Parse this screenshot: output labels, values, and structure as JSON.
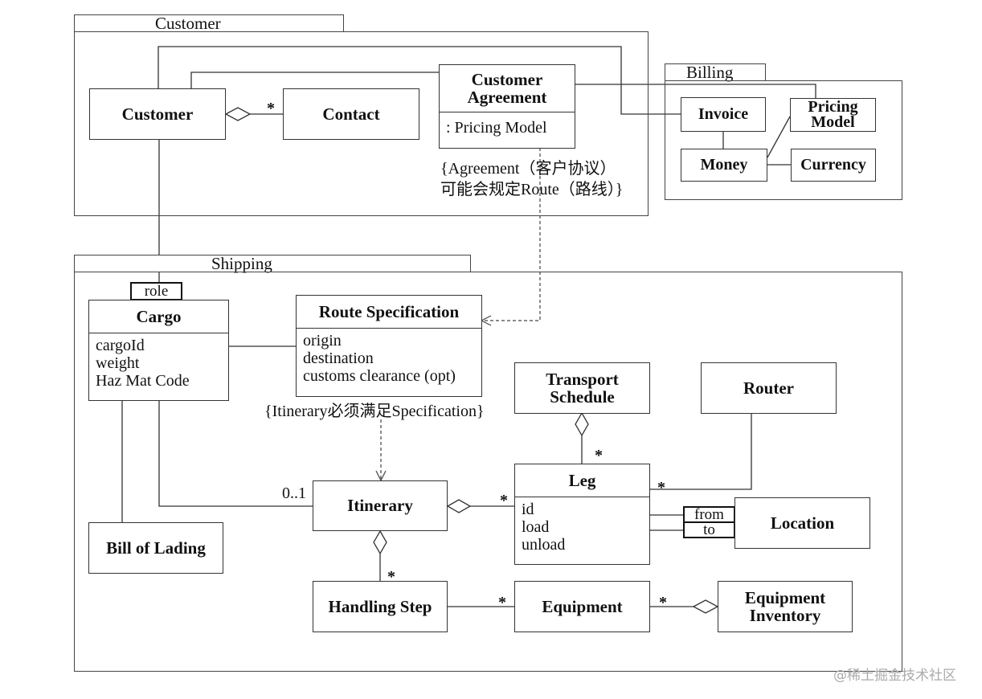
{
  "packages": {
    "customer": "Customer",
    "billing": "Billing",
    "shipping": "Shipping"
  },
  "classes": {
    "customer": "Customer",
    "contact": "Contact",
    "customer_agreement": "Customer Agreement",
    "customer_agreement_attr": ": Pricing Model",
    "invoice": "Invoice",
    "pricing_model": "Pricing Model",
    "money": "Money",
    "currency": "Currency",
    "cargo": "Cargo",
    "cargo_attrs": [
      "cargoId",
      "weight",
      "Haz Mat Code"
    ],
    "route_spec": "Route Specification",
    "route_spec_attrs": [
      "origin",
      "destination",
      "customs clearance (opt)"
    ],
    "transport_schedule": "Transport Schedule",
    "router": "Router",
    "leg": "Leg",
    "leg_attrs": [
      "id",
      "load",
      "unload"
    ],
    "location": "Location",
    "itinerary": "Itinerary",
    "bill_of_lading": "Bill of Lading",
    "handling_step": "Handling Step",
    "equipment": "Equipment",
    "equipment_inventory": "Equipment Inventory"
  },
  "qualifiers": {
    "role": "role",
    "from": "from",
    "to": "to"
  },
  "multiplicities": {
    "contact": "*",
    "itinerary_cargo": "0..1",
    "leg_itinerary": "*",
    "leg_schedule": "*",
    "leg_router": "*",
    "handling_step": "*",
    "equipment_step": "*",
    "equipment_inventory": "*"
  },
  "notes": {
    "agreement_line1": "{Agreement（客户协议）",
    "agreement_line2": "可能会规定Route（路线）}",
    "itinerary": "{Itinerary必须满足Specification}"
  },
  "watermark": "@稀土掘金技术社区"
}
